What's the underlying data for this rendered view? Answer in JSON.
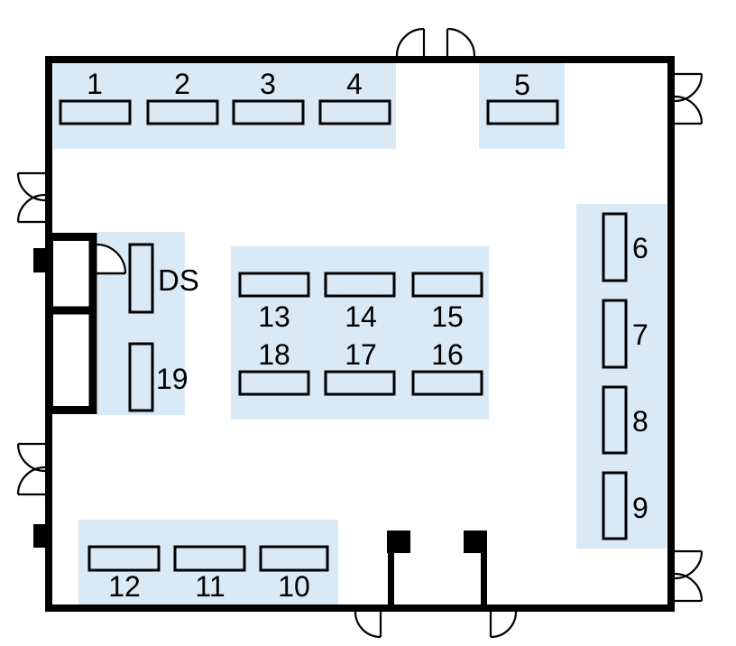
{
  "diagram": {
    "kind": "exhibition-hall-floor-plan",
    "colors": {
      "zone_highlight": "#d9e9f6",
      "wall": "#000000",
      "background": "#ffffff"
    },
    "booths": [
      {
        "label": "1"
      },
      {
        "label": "2"
      },
      {
        "label": "3"
      },
      {
        "label": "4"
      },
      {
        "label": "5"
      },
      {
        "label": "6"
      },
      {
        "label": "7"
      },
      {
        "label": "8"
      },
      {
        "label": "9"
      },
      {
        "label": "10"
      },
      {
        "label": "11"
      },
      {
        "label": "12"
      },
      {
        "label": "13"
      },
      {
        "label": "14"
      },
      {
        "label": "15"
      },
      {
        "label": "16"
      },
      {
        "label": "17"
      },
      {
        "label": "18"
      },
      {
        "label": "19"
      }
    ],
    "ds": {
      "label": "DS"
    },
    "zones": [
      {
        "booths": "1, 2, 3, 4"
      },
      {
        "booths": "5"
      },
      {
        "booths": "6, 7, 8, 9"
      },
      {
        "booths": "13, 14, 15, 16, 17, 18"
      },
      {
        "booths": "DS, 19"
      },
      {
        "booths": "12, 11, 10"
      }
    ]
  }
}
